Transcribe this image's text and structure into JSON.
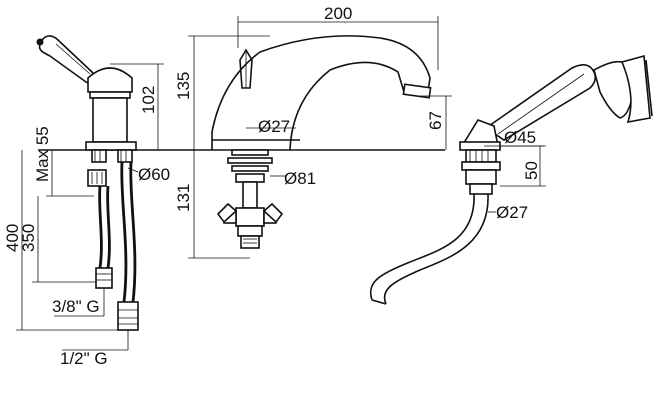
{
  "dimensions": {
    "spout_reach": "200",
    "spout_height": "135",
    "handle_height": "102",
    "max_deck": "Max 55",
    "spout_dia_top": "Ø27",
    "handle_dia": "Ø60",
    "base_dia": "Ø81",
    "below_deck": "131",
    "spout_outlet": "67",
    "shower_dia": "Ø45",
    "shower_height": "50",
    "hose_dia": "Ø27",
    "hose_400": "400",
    "hose_350": "350",
    "thread_small": "3/8\" G",
    "thread_large": "1/2\" G"
  }
}
